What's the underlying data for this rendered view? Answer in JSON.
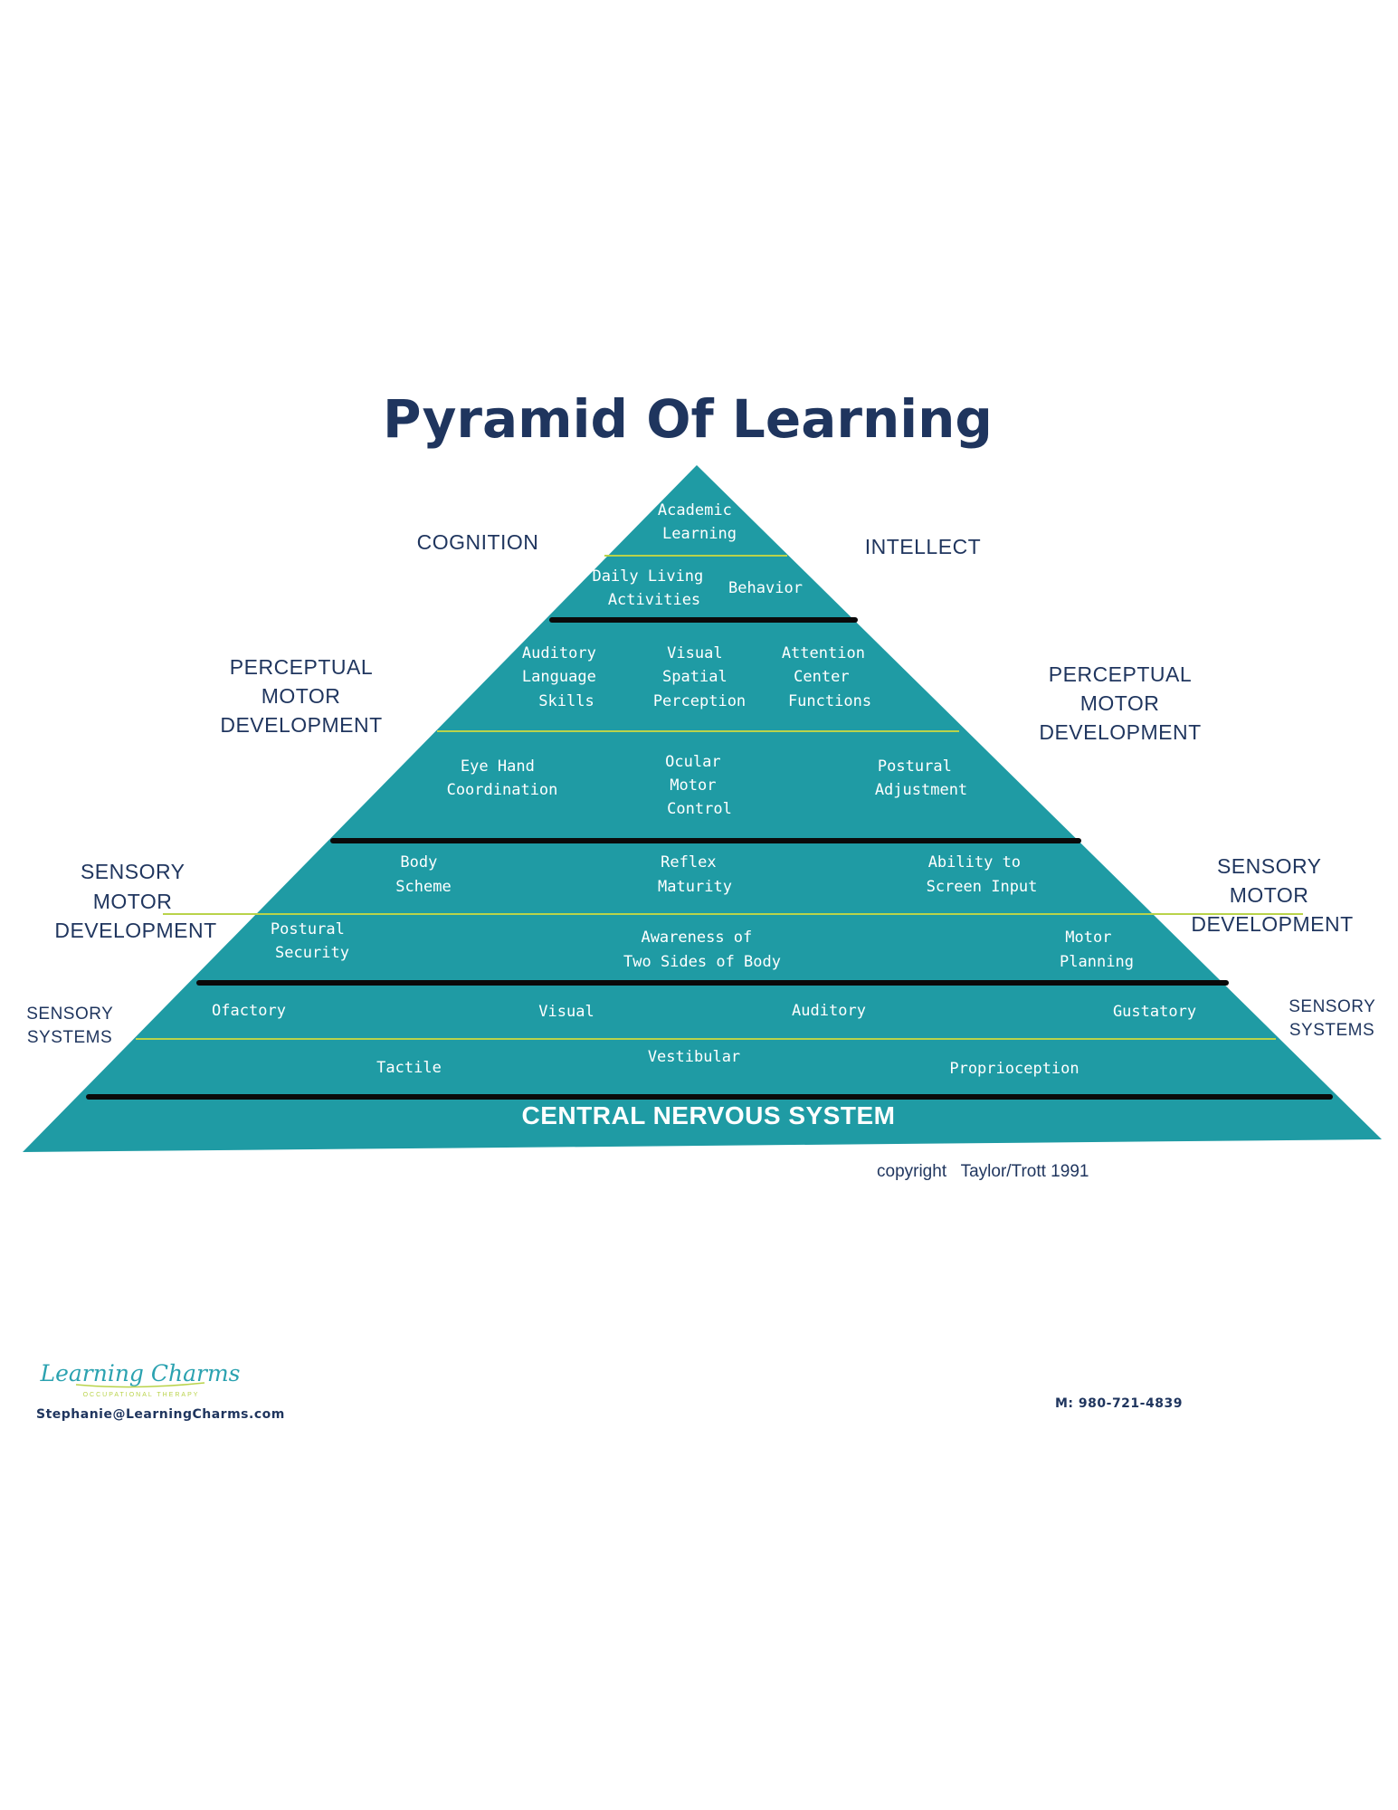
{
  "title": "Pyramid Of Learning",
  "colors": {
    "pyramid": "#1f9ba4",
    "title": "#1f355e",
    "separator": "#b9d34a",
    "divider": "#0a0a0a"
  },
  "side_labels": {
    "cognition": "COGNITION",
    "intellect": "INTELLECT",
    "perceptual_left": [
      "PERCEPTUAL",
      "MOTOR",
      "DEVELOPMENT"
    ],
    "perceptual_right": [
      "PERCEPTUAL",
      "MOTOR",
      "DEVELOPMENT"
    ],
    "sensory_motor_left": [
      "SENSORY",
      "MOTOR",
      "DEVELOPMENT"
    ],
    "sensory_motor_right": [
      "SENSORY",
      "MOTOR",
      "DEVELOPMENT"
    ],
    "sensory_systems_left": [
      "SENSORY",
      "SYSTEMS"
    ],
    "sensory_systems_right": [
      "SENSORY",
      "SYSTEMS"
    ]
  },
  "levels": {
    "top_row1": {
      "academic_learning": [
        "Academic",
        "Learning"
      ]
    },
    "top_row2": {
      "daily_living": [
        "Daily Living",
        "Activities"
      ],
      "behavior": [
        "Behavior"
      ]
    },
    "perceptual_row1": {
      "auditory_language": [
        "Auditory",
        "Language",
        "Skills"
      ],
      "visual_spatial": [
        "Visual",
        "Spatial",
        "Perception"
      ],
      "attention_center": [
        "Attention",
        "Center",
        "Functions"
      ]
    },
    "perceptual_row2": {
      "eye_hand": [
        "Eye Hand",
        "Coordination"
      ],
      "ocular_motor": [
        "Ocular",
        "Motor",
        "Control"
      ],
      "postural_adjustment": [
        "Postural",
        "Adjustment"
      ]
    },
    "sensory_motor_row1": {
      "body_scheme": [
        "Body",
        "Scheme"
      ],
      "reflex_maturity": [
        "Reflex",
        "Maturity"
      ],
      "screen_input": [
        "Ability to",
        "Screen Input"
      ]
    },
    "sensory_motor_row2": {
      "postural_security": [
        "Postural",
        "Security"
      ],
      "two_sides": [
        "Awareness of",
        "Two Sides of Body"
      ],
      "motor_planning": [
        "Motor",
        "Planning"
      ]
    },
    "sensory_row1": {
      "ofactory": [
        "Ofactory"
      ],
      "visual": [
        "Visual"
      ],
      "auditory": [
        "Auditory"
      ],
      "gustatory": [
        "Gustatory"
      ]
    },
    "sensory_row2": {
      "tactile": [
        "Tactile"
      ],
      "vestibular": [
        "Vestibular"
      ],
      "proprioception": [
        "Proprioception"
      ]
    }
  },
  "base_label": "CENTRAL NERVOUS SYSTEM",
  "copyright": "copyright   Taylor/Trott 1991",
  "logo": {
    "name": "Learning Charms",
    "tagline": "OCCUPATIONAL THERAPY"
  },
  "email": "Stephanie@LearningCharms.com",
  "phone": "M: 980-721-4839"
}
